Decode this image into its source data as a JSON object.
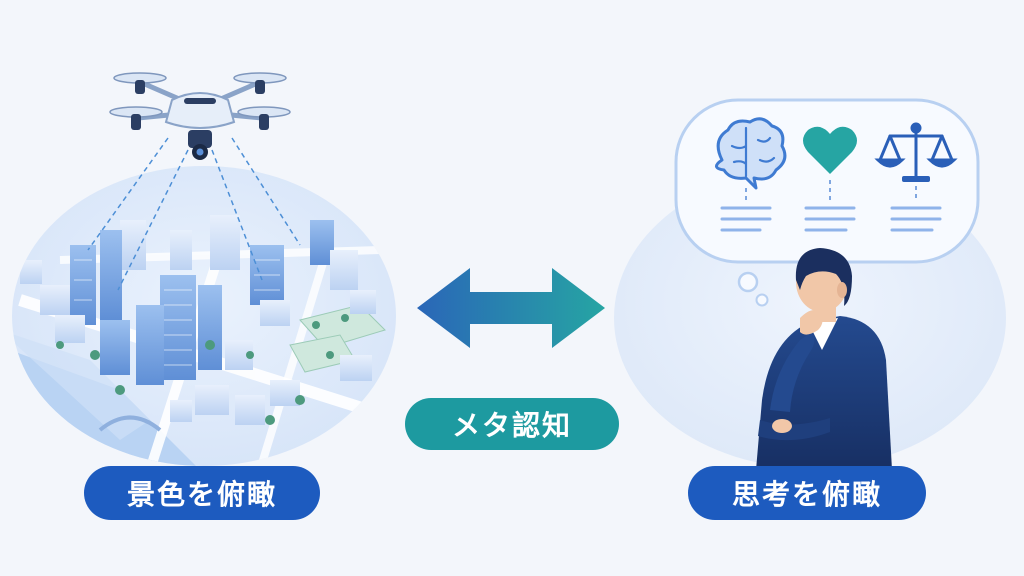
{
  "labels": {
    "left": "景色を俯瞰",
    "middle": "メタ認知",
    "right": "思考を俯瞰"
  },
  "colors": {
    "blue": "#1d5bbf",
    "teal": "#1d9aa0",
    "navy": "#1f3d7a",
    "background": "#f3f6fb"
  },
  "icons": [
    "drone-icon",
    "brain-icon",
    "heart-icon",
    "scale-icon",
    "double-arrow-icon",
    "thinking-man-illustration"
  ]
}
